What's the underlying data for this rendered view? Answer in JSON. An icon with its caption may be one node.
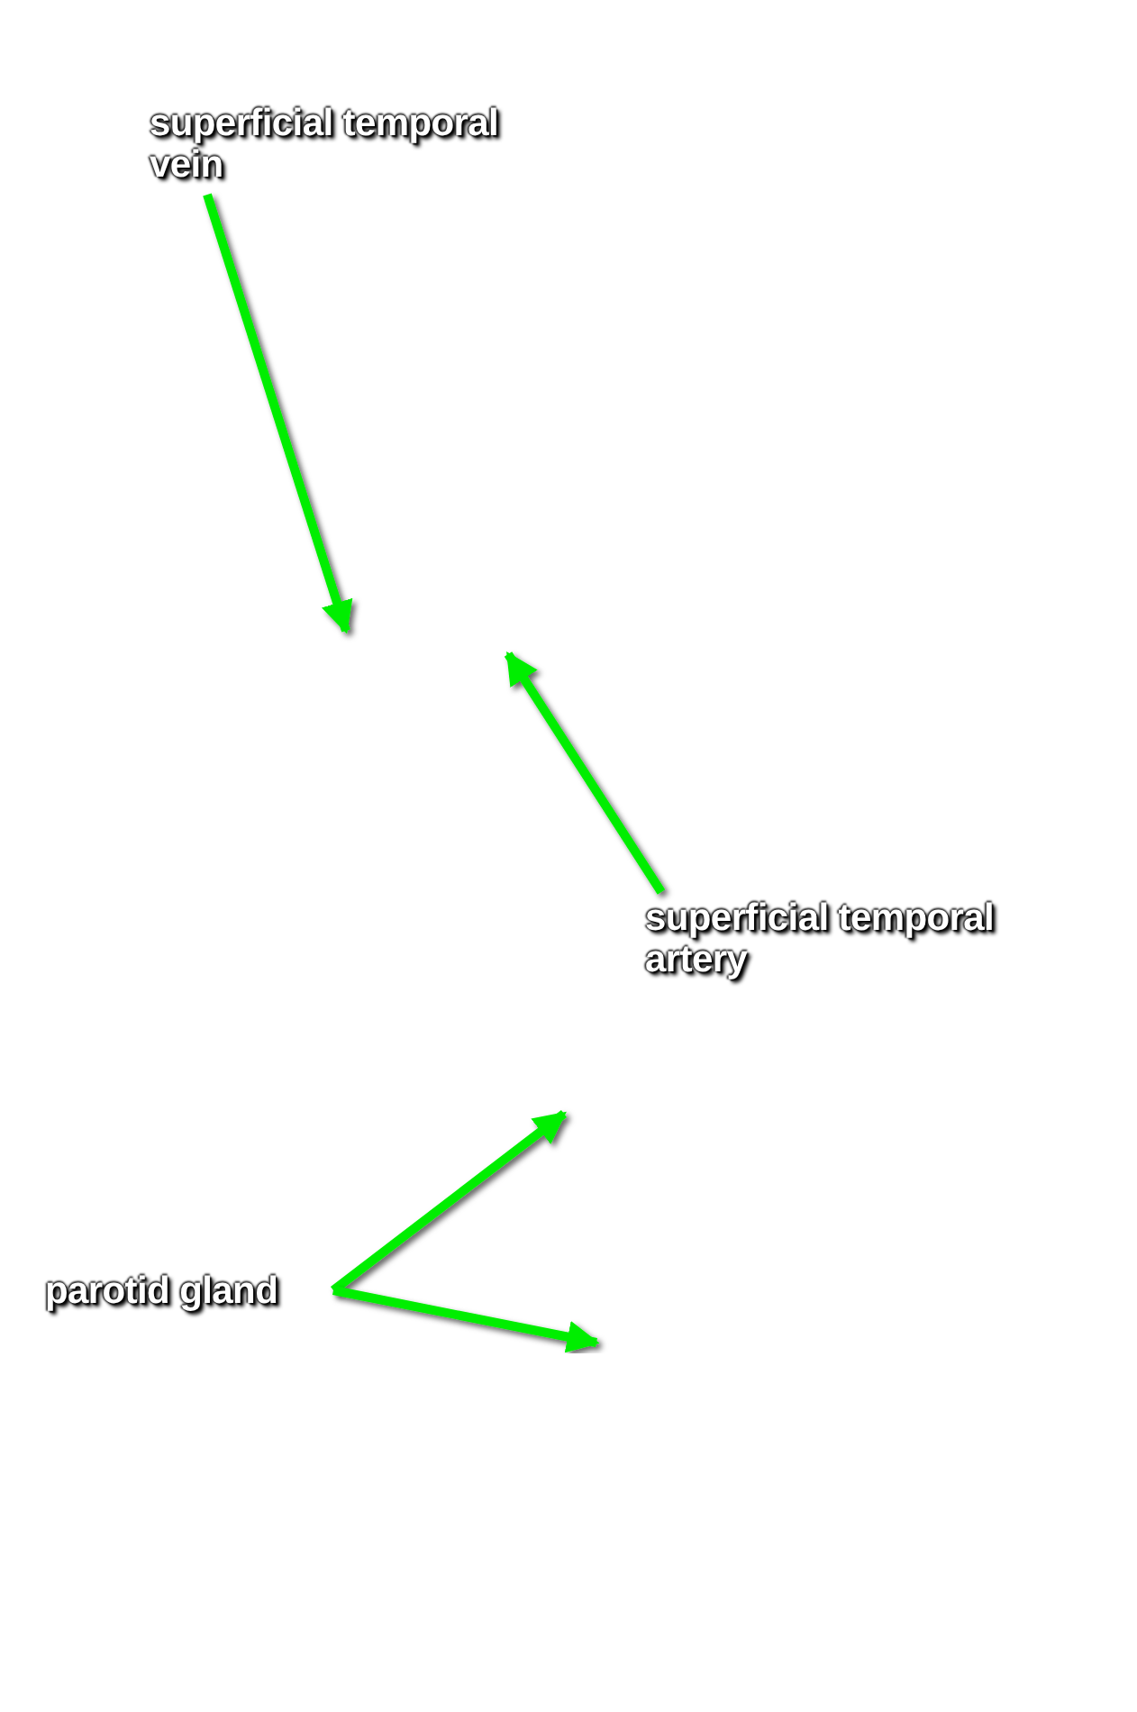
{
  "diagram": {
    "nodes": [
      {
        "text": [
          "superficial temporal vein"
        ]
      },
      {
        "text": [
          "superficial temporal artery"
        ]
      },
      {
        "text": [
          "parotid gland"
        ]
      }
    ],
    "edges": [
      {
        "from": 0,
        "to": null,
        "arrow": "to"
      },
      {
        "from": 1,
        "to": null,
        "arrow": "to"
      },
      {
        "from": 2,
        "to": null,
        "arrow": "to"
      },
      {
        "from": 2,
        "to": null,
        "arrow": "to"
      }
    ]
  }
}
